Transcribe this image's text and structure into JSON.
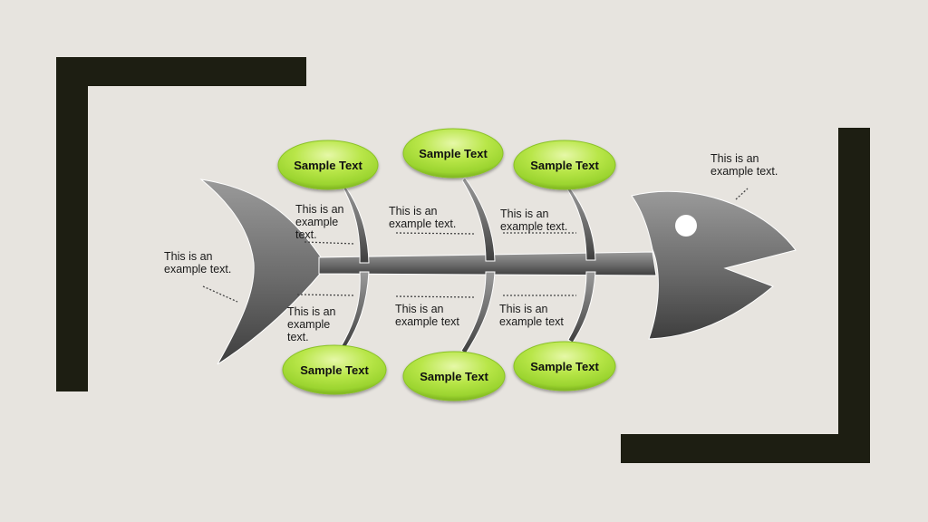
{
  "colors": {
    "background": "#e7e4df",
    "frame": "#1d1e12",
    "fish_light": "#9a9a9a",
    "fish_dark": "#3e3e3e",
    "oval_light": "#e6f8a8",
    "oval_mid": "#9bd42f",
    "oval_dark": "#6fa31a"
  },
  "diagram": {
    "type": "fishbone",
    "ovals": [
      {
        "id": "top-1",
        "label": "Sample Text"
      },
      {
        "id": "top-2",
        "label": "Sample Text"
      },
      {
        "id": "top-3",
        "label": "Sample Text"
      },
      {
        "id": "bottom-1",
        "label": "Sample Text"
      },
      {
        "id": "bottom-2",
        "label": "Sample Text"
      },
      {
        "id": "bottom-3",
        "label": "Sample Text"
      }
    ],
    "notes": {
      "tail": "This is an\nexample text.",
      "head": "This is an\nexample text.",
      "upper_1": "This is an\nexample\ntext.",
      "upper_2": "This is an\nexample text.",
      "upper_3": "This is an\nexample text.",
      "lower_1": "This is an\nexample\ntext.",
      "lower_2": "This is an\nexample text",
      "lower_3": "This is an\nexample text"
    }
  }
}
